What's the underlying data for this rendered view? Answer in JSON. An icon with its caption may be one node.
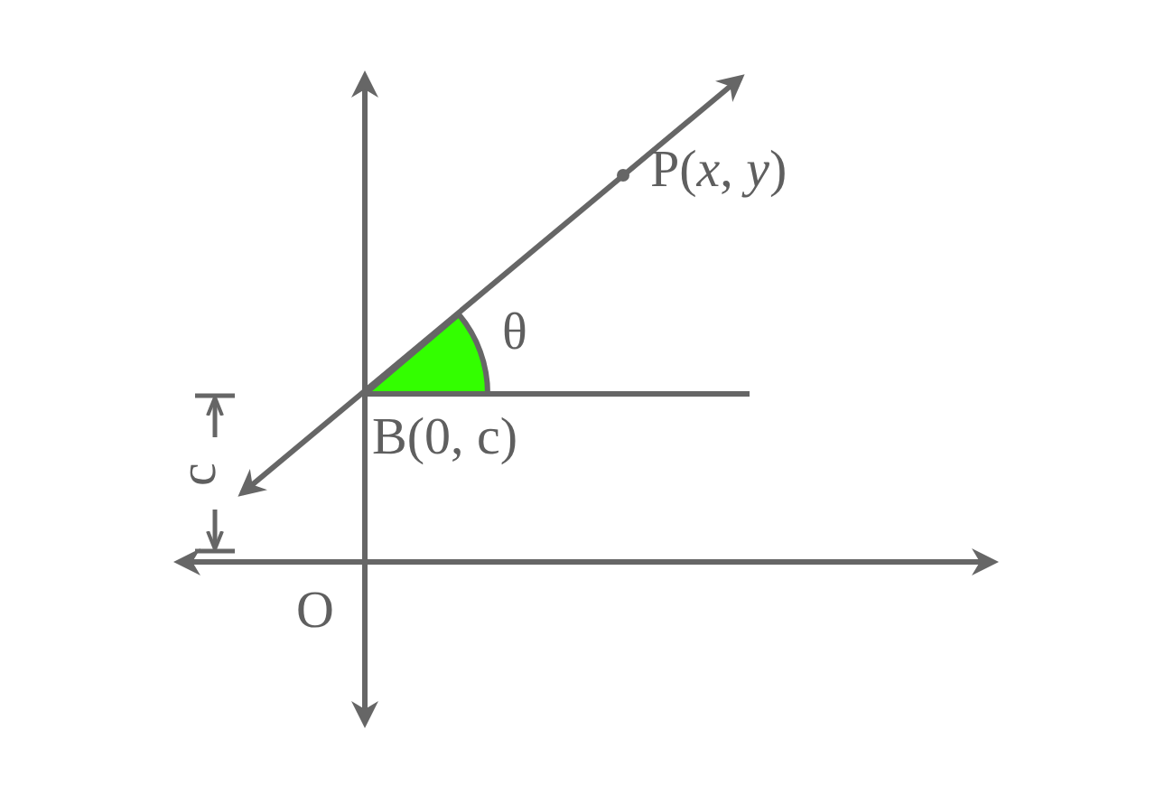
{
  "diagram": {
    "labels": [
      "P(*x*, *y*)",
      "θ",
      "B(0, c)",
      "c",
      "O"
    ]
  }
}
